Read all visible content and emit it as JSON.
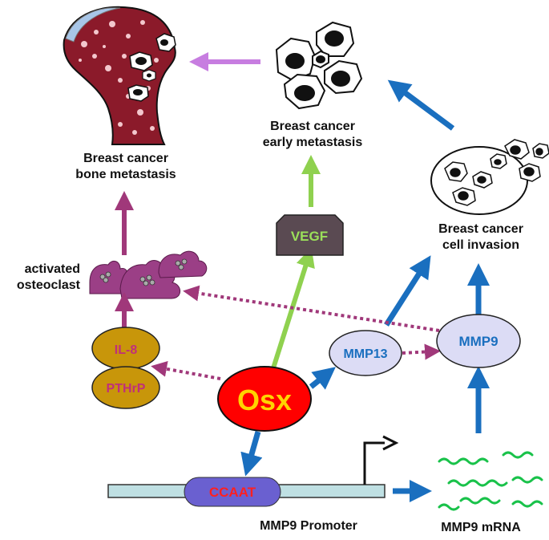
{
  "labels": {
    "bone_metastasis": [
      "Breast cancer",
      "bone metastasis"
    ],
    "early_metastasis": [
      "Breast cancer",
      "early metastasis"
    ],
    "cell_invasion": [
      "Breast cancer",
      "cell invasion"
    ],
    "activated_osteoclast": [
      "activated",
      "osteoclast"
    ],
    "promoter": "MMP9 Promoter",
    "mrna": "MMP9 mRNA"
  },
  "nodes": {
    "osx": "Osx",
    "vegf": "VEGF",
    "mmp13": "MMP13",
    "mmp9": "MMP9",
    "il8": "IL-8",
    "pthrp": "PTHrP",
    "ccaat": "CCAAT"
  },
  "colors": {
    "blue_arrow": "#1a6fbf",
    "green_arrow": "#8fd14f",
    "magenta_arrow": "#a0387a",
    "violet_arrow": "#c77de0",
    "osx_fill": "#ff0000",
    "osx_text": "#ffd400",
    "vegf_fill": "#5a4a52",
    "vegf_text": "#9be05a",
    "lavender_fill": "#dcdcf5",
    "mmp_text": "#1a6fbf",
    "gold_fill": "#c8960a",
    "gold_text": "#c0307a",
    "ccaat_fill": "#6a60d0",
    "ccaat_text": "#ff2020",
    "dna_fill": "#bfe0e3",
    "osteoclast_fill": "#9b3f86",
    "mrna_green": "#19c24a",
    "bone_fill": "#8b1a2a",
    "bone_cartilage": "#a8c6e8"
  }
}
